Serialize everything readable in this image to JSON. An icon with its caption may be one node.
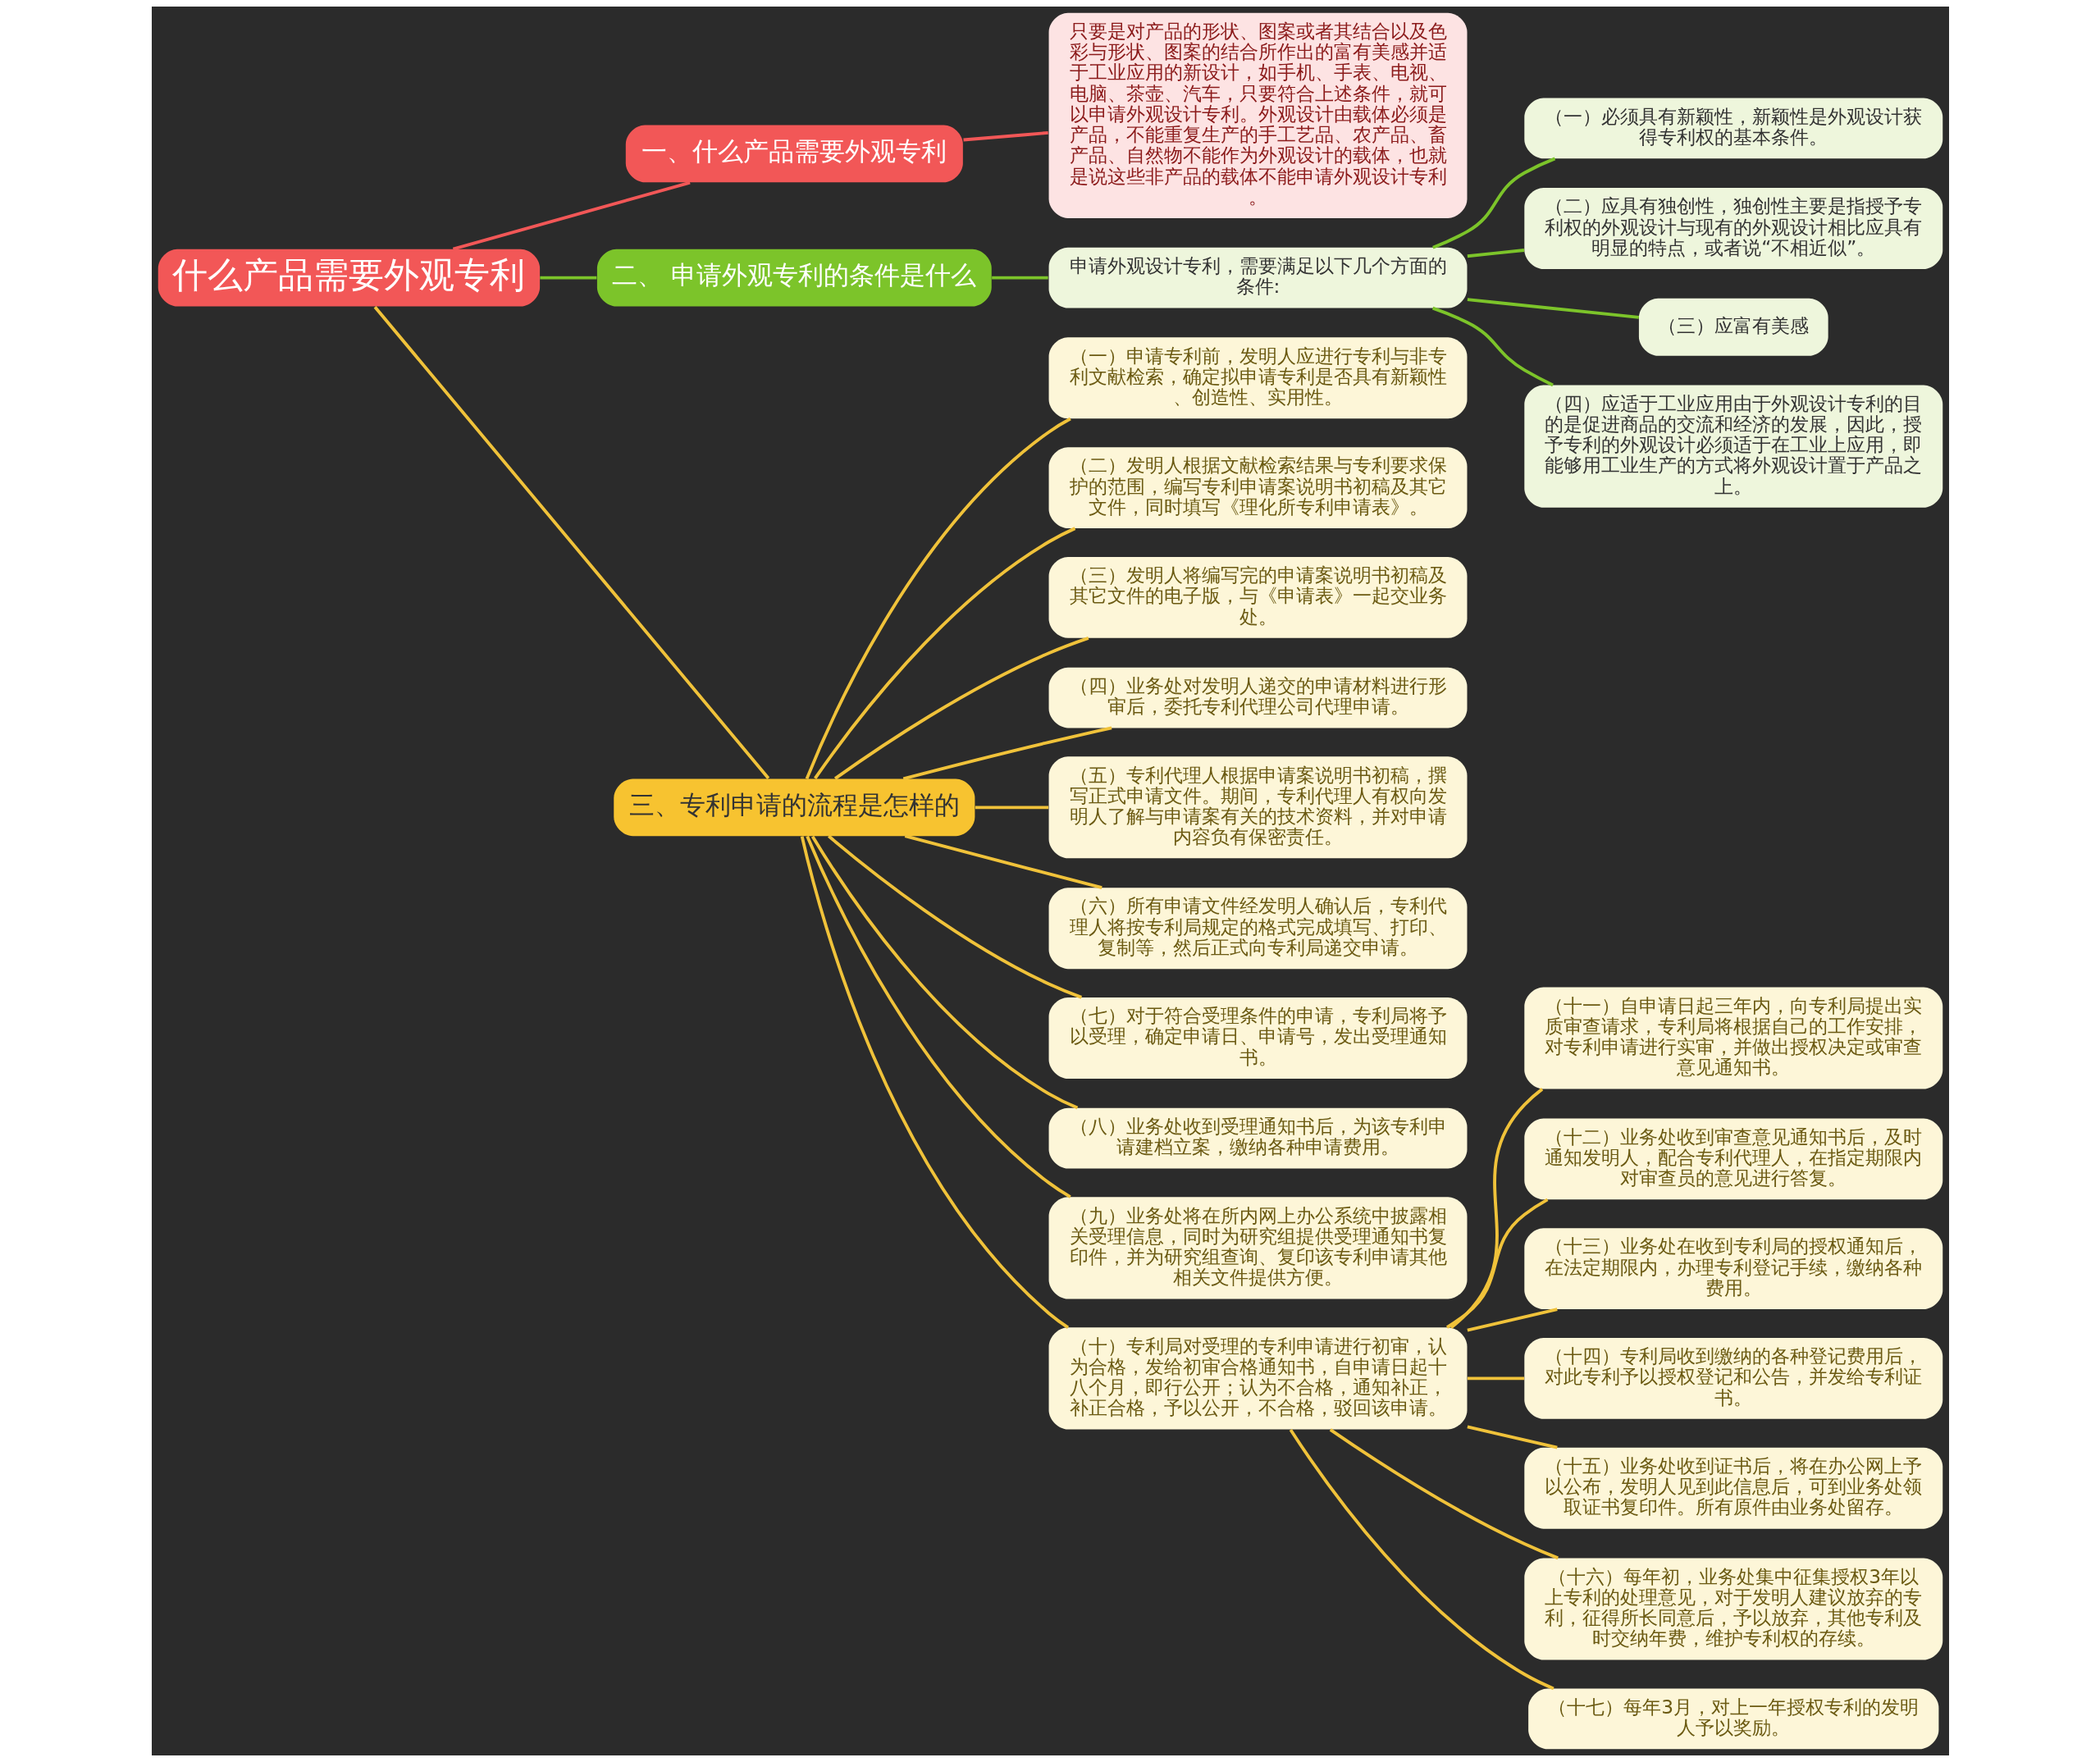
{
  "diagram": {
    "nodes": [
      {
        "text": [
          "什么产品需要外观专利"
        ]
      },
      {
        "text": [
          "一、什么产品需要外观专利"
        ]
      },
      {
        "text": [
          "只要是对产品的形状、图案或者其结合以及色彩与形状、图案的结合所作出的富有美感并适于工业应用的新设计，如手机、手表、电视、电脑、茶壶、汽车，只要符合上述条件，就可以申请外观设计专利。外观设计由载体必须是产品，不能重复生产的手工艺品、农产品、畜产品、自然物不能作为外观设计的载体，也就是说这些非产品的载体不能申请外观设计专利。"
        ]
      },
      {
        "text": [
          "二、 申请外观专利的条件是什么"
        ]
      },
      {
        "text": [
          "申请外观设计专利，需要满足以下几个方面的条件:"
        ]
      },
      {
        "text": [
          "（一）必须具有新颖性，新颖性是外观设计获得专利权的基本条件。"
        ]
      },
      {
        "text": [
          "（二）应具有独创性，独创性主要是指授予专利权的外观设计与现有的外观设计相比应具有明显的特点，或者说“不相近似”。"
        ]
      },
      {
        "text": [
          "（三）应富有美感"
        ]
      },
      {
        "text": [
          "（四）应适于工业应用由于外观设计专利的目的是促进商品的交流和经济的发展，因此，授予专利的外观设计必须适于在工业上应用，即能够用工业生产的方式将外观设计置于产品之上。"
        ]
      },
      {
        "text": [
          "三、专利申请的流程是怎样的"
        ]
      },
      {
        "text": [
          "（一）申请专利前，发明人应进行专利与非专利文献检索，确定拟申请专利是否具有新颖性、创造性、实用性。"
        ]
      },
      {
        "text": [
          "（二）发明人根据文献检索结果与专利要求保护的范围，编写专利申请案说明书初稿及其它文件，同时填写《理化所专利申请表》。"
        ]
      },
      {
        "text": [
          "（三）发明人将编写完的申请案说明书初稿及其它文件的电子版，与《申请表》一起交业务处。"
        ]
      },
      {
        "text": [
          "（四）业务处对发明人递交的申请材料进行形审后，委托专利代理公司代理申请。"
        ]
      },
      {
        "text": [
          "（五）专利代理人根据申请案说明书初稿，撰写正式申请文件。期间，专利代理人有权向发明人了解与申请案有关的技术资料，并对申请内容负有保密责任。"
        ]
      },
      {
        "text": [
          "（六）所有申请文件经发明人确认后，专利代理人将按专利局规定的格式完成填写、打印、复制等，然后正式向专利局递交申请。"
        ]
      },
      {
        "text": [
          "（七）对于符合受理条件的申请，专利局将予以受理，确定申请日、申请号，发出受理通知书。"
        ]
      },
      {
        "text": [
          "（八）业务处收到受理通知书后，为该专利申请建档立案，缴纳各种申请费用。"
        ]
      },
      {
        "text": [
          "（九）业务处将在所内网上办公系统中披露相关受理信息，同时为研究组提供受理通知书复印件，并为研究组查询、复印该专利申请其他相关文件提供方便。"
        ]
      },
      {
        "text": [
          "（十）专利局对受理的专利申请进行初审，认为合格，发给初审合格通知书，自申请日起十八个月，即行公开；认为不合格，通知补正，补正合格，予以公开，不合格，驳回该申请。"
        ]
      },
      {
        "text": [
          "（十一）自申请日起三年内，向专利局提出实质审查请求，专利局将根据自己的工作安排，对专利申请进行实审，并做出授权决定或审查意见通知书。"
        ]
      },
      {
        "text": [
          "（十二）业务处收到审查意见通知书后，及时通知发明人，配合专利代理人，在指定期限内对审查员的意见进行答复。"
        ]
      },
      {
        "text": [
          "（十三）业务处在收到专利局的授权通知后，在法定期限内，办理专利登记手续，缴纳各种费用。"
        ]
      },
      {
        "text": [
          "（十四）专利局收到缴纳的各种登记费用后，对此专利予以授权登记和公告，并发给专利证书。"
        ]
      },
      {
        "text": [
          "（十五）业务处收到证书后，将在办公网上予以公布，发明人见到此信息后，可到业务处领取证书复印件。所有原件由业务处留存。"
        ]
      },
      {
        "text": [
          "（十六）每年初，业务处集中征集授权3年以上专利的处理意见，对于发明人建议放弃的专利，征得所长同意后，予以放弃，其他专利及时交纳年费，维护专利权的存续。"
        ]
      },
      {
        "text": [
          "（十七）每年3月，对上一年授权专利的发明人予以奖励。"
        ]
      }
    ],
    "edges": [
      {
        "from": 0,
        "to": 1,
        "arrow": "none",
        "color": "#f25757"
      },
      {
        "from": 1,
        "to": 2,
        "arrow": "none",
        "color": "#f25757"
      },
      {
        "from": 0,
        "to": 3,
        "arrow": "none",
        "color": "#7cc42a"
      },
      {
        "from": 3,
        "to": 4,
        "arrow": "none",
        "color": "#7cc42a"
      },
      {
        "from": 4,
        "to": 5,
        "arrow": "none",
        "color": "#7cc42a"
      },
      {
        "from": 4,
        "to": 6,
        "arrow": "none",
        "color": "#7cc42a"
      },
      {
        "from": 4,
        "to": 7,
        "arrow": "none",
        "color": "#7cc42a"
      },
      {
        "from": 4,
        "to": 8,
        "arrow": "none",
        "color": "#7cc42a"
      },
      {
        "from": 0,
        "to": 9,
        "arrow": "none"
      },
      {
        "from": 9,
        "to": 10,
        "arrow": "none"
      },
      {
        "from": 9,
        "to": 11,
        "arrow": "none"
      },
      {
        "from": 9,
        "to": 12,
        "arrow": "none"
      },
      {
        "from": 9,
        "to": 13,
        "arrow": "none"
      },
      {
        "from": 9,
        "to": 14,
        "arrow": "none"
      },
      {
        "from": 9,
        "to": 15,
        "arrow": "none"
      },
      {
        "from": 9,
        "to": 16,
        "arrow": "none"
      },
      {
        "from": 9,
        "to": 17,
        "arrow": "none"
      },
      {
        "from": 9,
        "to": 18,
        "arrow": "none"
      },
      {
        "from": 9,
        "to": 19,
        "arrow": "none"
      },
      {
        "from": 19,
        "to": 20,
        "arrow": "none"
      },
      {
        "from": 19,
        "to": 21,
        "arrow": "none"
      },
      {
        "from": 19,
        "to": 22,
        "arrow": "none"
      },
      {
        "from": 19,
        "to": 23,
        "arrow": "none"
      },
      {
        "from": 19,
        "to": 24,
        "arrow": "none"
      },
      {
        "from": 19,
        "to": 25,
        "arrow": "none"
      },
      {
        "from": 19,
        "to": 26,
        "arrow": "none"
      }
    ]
  }
}
